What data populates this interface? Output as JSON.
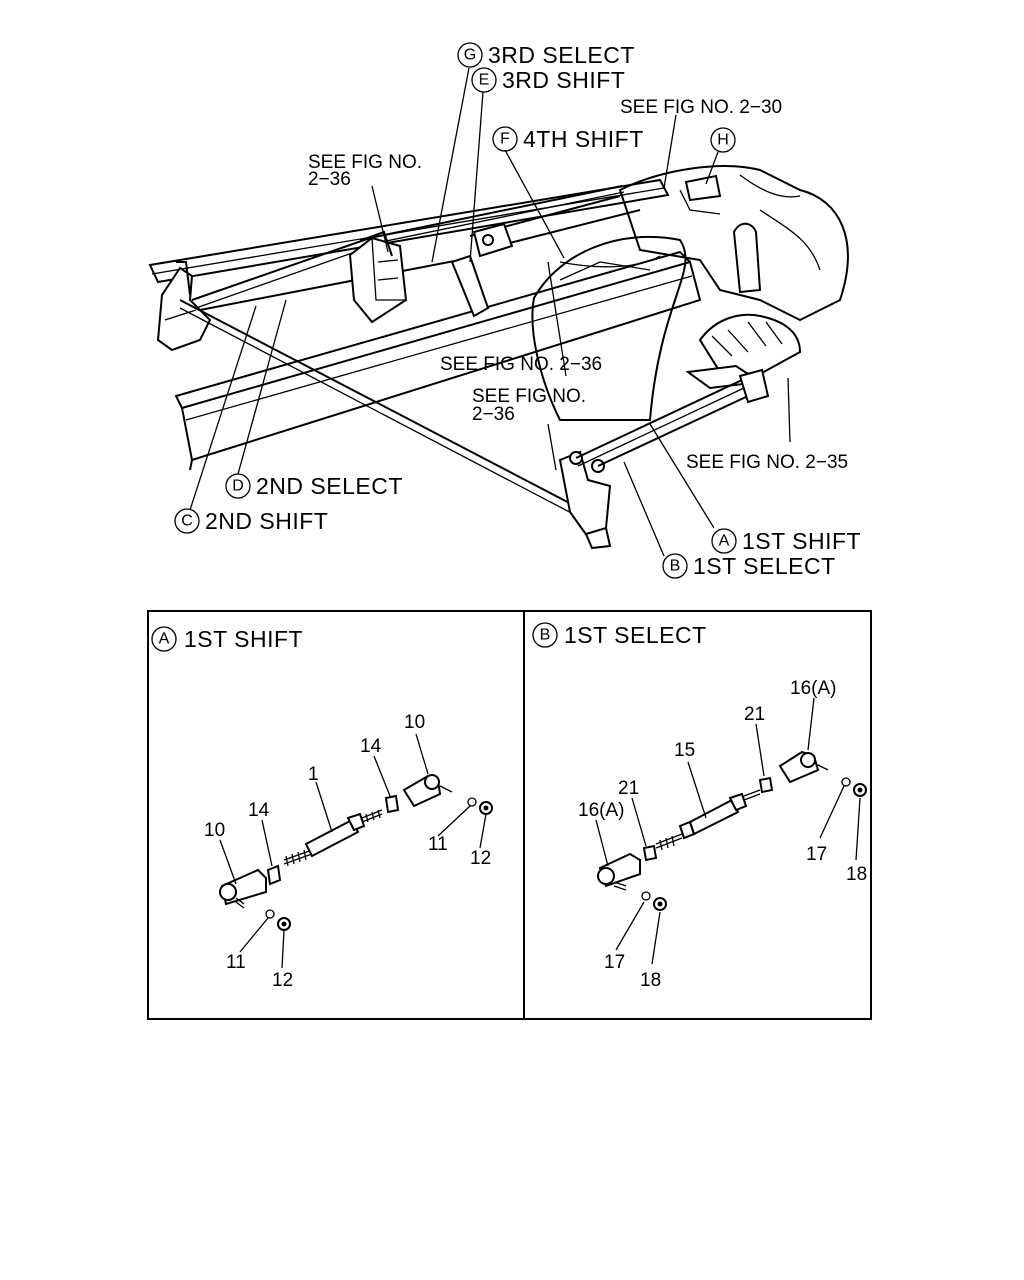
{
  "overview": {
    "links": [
      {
        "letter": "G",
        "label": "3RD SELECT"
      },
      {
        "letter": "E",
        "label": "3RD SHIFT"
      },
      {
        "letter": "F",
        "label": "4TH SHIFT"
      },
      {
        "letter": "H",
        "label": ""
      },
      {
        "letter": "D",
        "label": "2ND SELECT"
      },
      {
        "letter": "C",
        "label": "2ND SHIFT"
      },
      {
        "letter": "A",
        "label": "1ST SHIFT"
      },
      {
        "letter": "B",
        "label": "1ST SELECT"
      }
    ],
    "references": {
      "fig_2_30": "SEE FIG NO. 2−30",
      "fig_2_36_top_line1": "SEE FIG NO.",
      "fig_2_36_top_line2": "2−36",
      "fig_2_36_mid": "SEE FIG NO. 2−36",
      "fig_2_36_low_line1": "SEE FIG NO.",
      "fig_2_36_low_line2": "2−36",
      "fig_2_35": "SEE FIG NO. 2−35"
    }
  },
  "detail_a": {
    "letter": "A",
    "title": "1ST SHIFT",
    "callouts": [
      "10",
      "14",
      "1",
      "14",
      "10",
      "11",
      "12",
      "11",
      "12"
    ]
  },
  "detail_b": {
    "letter": "B",
    "title": "1ST SELECT",
    "callouts": [
      "16(A)",
      "21",
      "15",
      "21",
      "16(A)",
      "17",
      "18",
      "17",
      "18"
    ]
  }
}
